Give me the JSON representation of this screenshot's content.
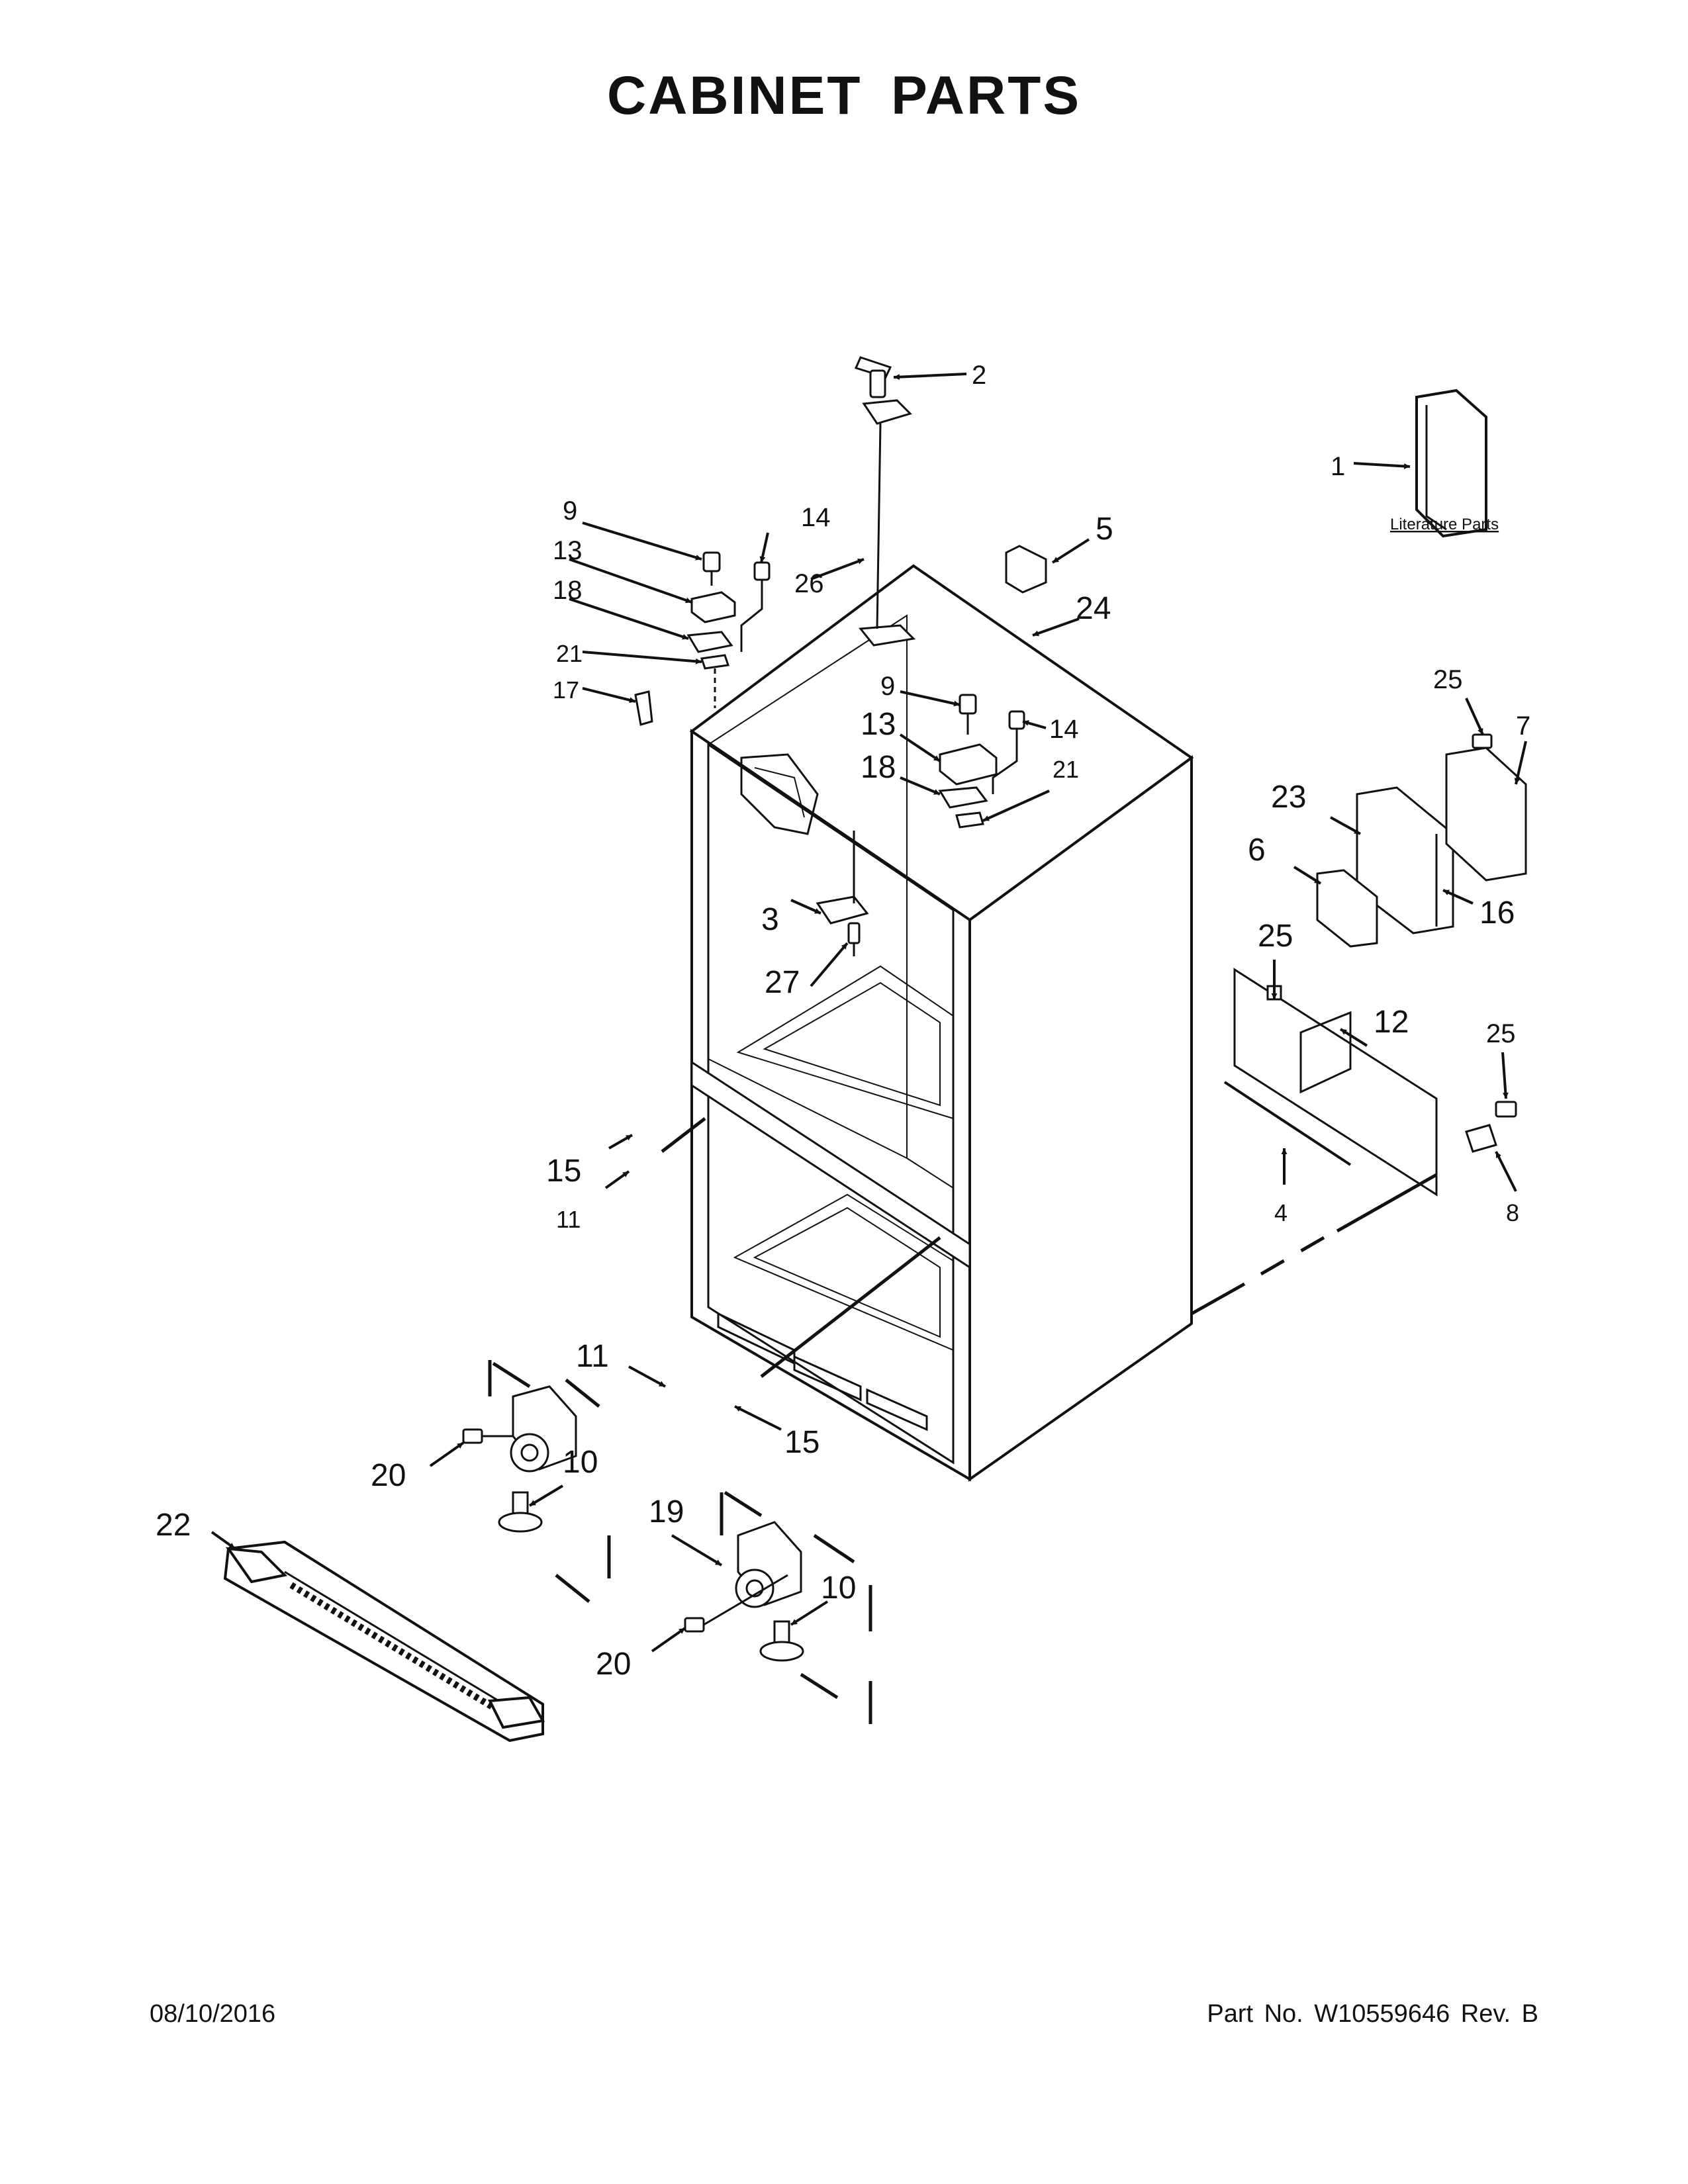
{
  "title": "CABINET PARTS",
  "footer": {
    "date": "08/10/2016",
    "part_number": "Part No.  W10559646  Rev.  B"
  },
  "literature_label": "Literature Parts",
  "callouts": [
    {
      "id": "c1",
      "label": "1"
    },
    {
      "id": "c2",
      "label": "2"
    },
    {
      "id": "c3",
      "label": "3"
    },
    {
      "id": "c4",
      "label": "4"
    },
    {
      "id": "c5",
      "label": "5"
    },
    {
      "id": "c6",
      "label": "6"
    },
    {
      "id": "c7",
      "label": "7"
    },
    {
      "id": "c8",
      "label": "8"
    },
    {
      "id": "c9a",
      "label": "9"
    },
    {
      "id": "c9b",
      "label": "9"
    },
    {
      "id": "c10a",
      "label": "10"
    },
    {
      "id": "c10b",
      "label": "10"
    },
    {
      "id": "c11a",
      "label": "11"
    },
    {
      "id": "c11b",
      "label": "11"
    },
    {
      "id": "c12",
      "label": "12"
    },
    {
      "id": "c13a",
      "label": "13"
    },
    {
      "id": "c13b",
      "label": "13"
    },
    {
      "id": "c14a",
      "label": "14"
    },
    {
      "id": "c14b",
      "label": "14"
    },
    {
      "id": "c15a",
      "label": "15"
    },
    {
      "id": "c15b",
      "label": "15"
    },
    {
      "id": "c16",
      "label": "16"
    },
    {
      "id": "c17",
      "label": "17"
    },
    {
      "id": "c18a",
      "label": "18"
    },
    {
      "id": "c18b",
      "label": "18"
    },
    {
      "id": "c19",
      "label": "19"
    },
    {
      "id": "c20a",
      "label": "20"
    },
    {
      "id": "c20b",
      "label": "20"
    },
    {
      "id": "c21a",
      "label": "21"
    },
    {
      "id": "c21b",
      "label": "21"
    },
    {
      "id": "c22",
      "label": "22"
    },
    {
      "id": "c23",
      "label": "23"
    },
    {
      "id": "c24",
      "label": "24"
    },
    {
      "id": "c25a",
      "label": "25"
    },
    {
      "id": "c25b",
      "label": "25"
    },
    {
      "id": "c25c",
      "label": "25"
    },
    {
      "id": "c26",
      "label": "26"
    },
    {
      "id": "c27",
      "label": "27"
    }
  ]
}
